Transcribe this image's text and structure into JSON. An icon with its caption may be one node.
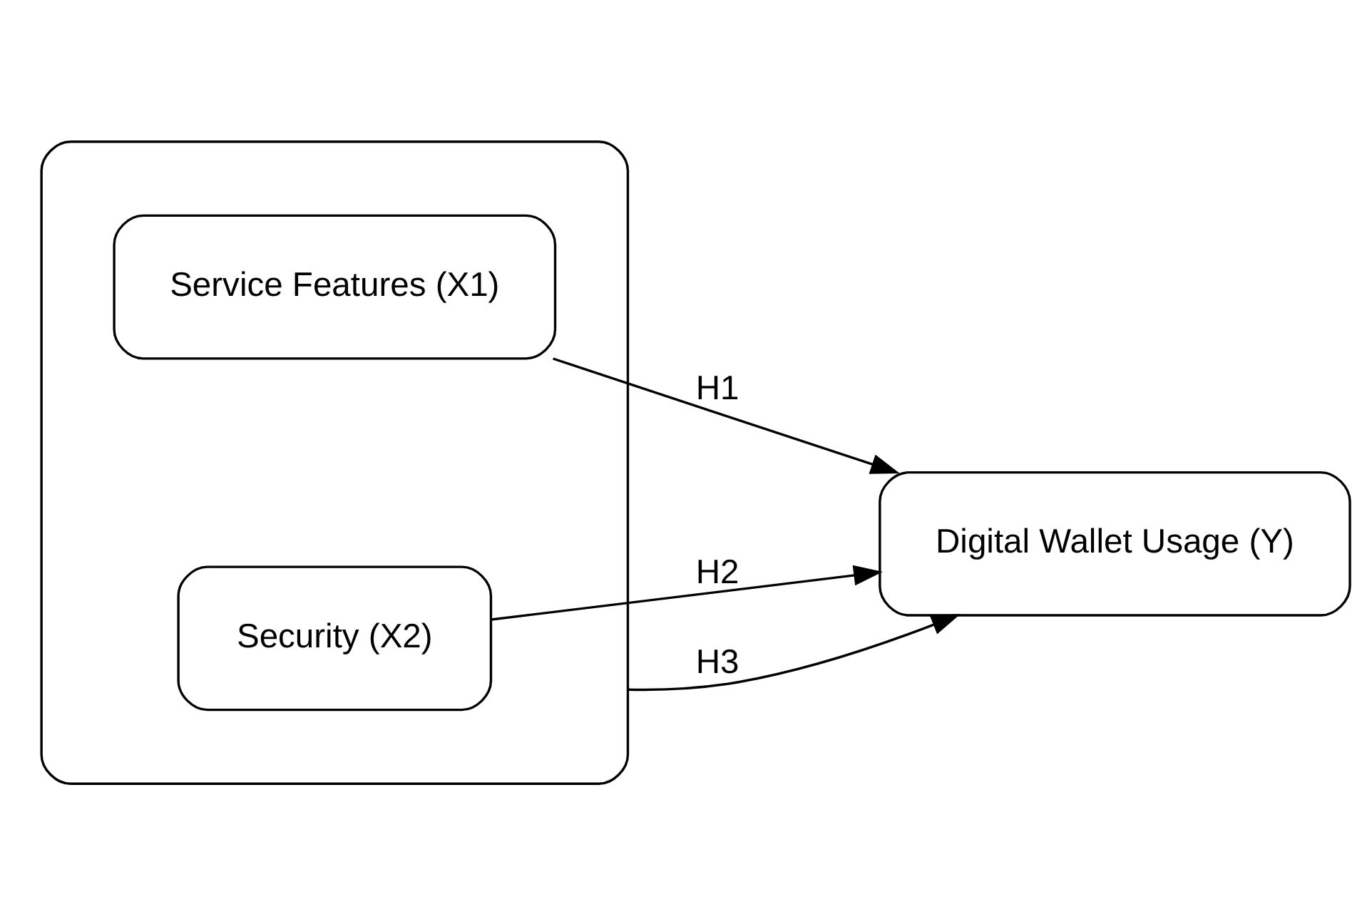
{
  "diagram": {
    "nodes": [
      {
        "text": [],
        "shape": "box"
      },
      {
        "text": [
          "Service Features (X1)"
        ],
        "in": 0
      },
      {
        "text": [
          "Security (X2)"
        ],
        "in": 0
      },
      {
        "text": [
          "Digital Wallet Usage (Y)"
        ]
      }
    ],
    "edges": [
      {
        "from": 1,
        "to": 3,
        "arrow": "to",
        "label": "H1"
      },
      {
        "from": 2,
        "to": 3,
        "arrow": "to",
        "label": "H2"
      },
      {
        "from": 0,
        "to": 3,
        "arrow": "to",
        "label": "H3"
      }
    ]
  }
}
